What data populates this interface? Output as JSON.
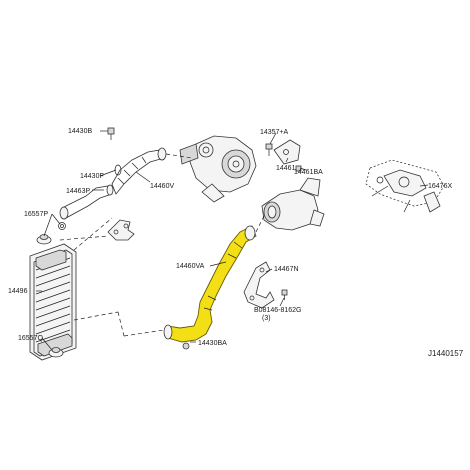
{
  "diagram_id": "J1440157",
  "colors": {
    "highlight": "#f3df16",
    "line": "#222222",
    "background": "#ffffff"
  },
  "labels": {
    "l14430b": "14430B",
    "l14430f": "14430F",
    "l14463p": "14463P",
    "l16557p": "16557P",
    "l14496": "14496",
    "l16557q": "16557Q",
    "l14460v": "14460V",
    "l14460va": "14460VA",
    "l14430ba": "14430BA",
    "l14357a": "14357+A",
    "l14461": "14461",
    "l14461ba": "14461BA",
    "l14467n": "14467N",
    "l08146": "B08146-8162G",
    "l08146_qty": "(3)",
    "l16476x": "16476X"
  }
}
